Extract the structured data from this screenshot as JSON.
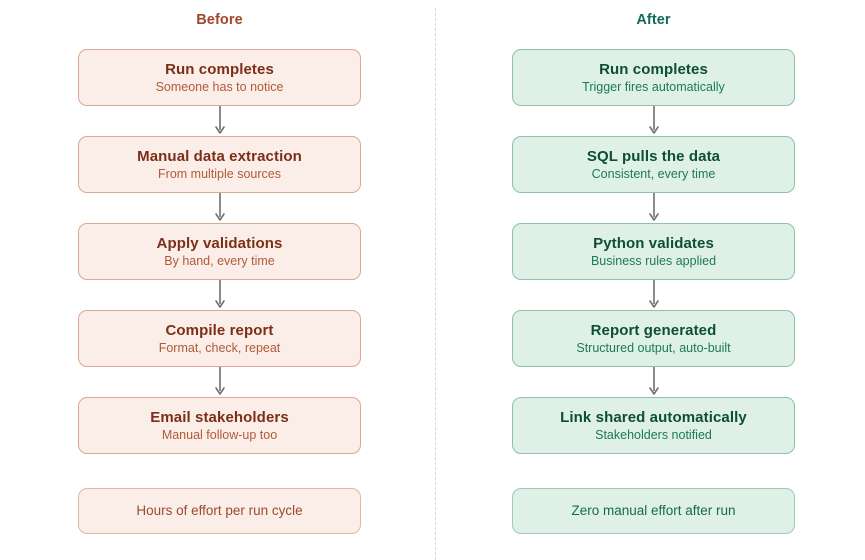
{
  "colors": {
    "before_accent": "#a2472a",
    "before_box_bg": "#fbeee8",
    "before_box_border": "#dda893",
    "before_title": "#7c2f18",
    "before_sub": "#b05a38",
    "after_accent": "#0f6b5a",
    "after_box_bg": "#dff0e7",
    "after_box_border": "#8cc2ad",
    "after_title": "#0c4e39",
    "after_sub": "#1c7a59",
    "arrow": "#707070",
    "divider": "#d6d6d6",
    "background": "#ffffff"
  },
  "columns": {
    "before": {
      "heading": "Before",
      "steps": [
        {
          "title": "Run completes",
          "subtitle": "Someone has to notice"
        },
        {
          "title": "Manual data extraction",
          "subtitle": "From multiple sources"
        },
        {
          "title": "Apply validations",
          "subtitle": "By hand, every time"
        },
        {
          "title": "Compile report",
          "subtitle": "Format, check, repeat"
        },
        {
          "title": "Email stakeholders",
          "subtitle": "Manual follow-up too"
        }
      ],
      "summary": "Hours of effort per run cycle"
    },
    "after": {
      "heading": "After",
      "steps": [
        {
          "title": "Run completes",
          "subtitle": "Trigger fires automatically"
        },
        {
          "title": "SQL pulls the data",
          "subtitle": "Consistent, every time"
        },
        {
          "title": "Python validates",
          "subtitle": "Business rules applied"
        },
        {
          "title": "Report generated",
          "subtitle": "Structured output, auto-built"
        },
        {
          "title": "Link shared automatically",
          "subtitle": "Stakeholders notified"
        }
      ],
      "summary": "Zero manual effort after run"
    }
  }
}
